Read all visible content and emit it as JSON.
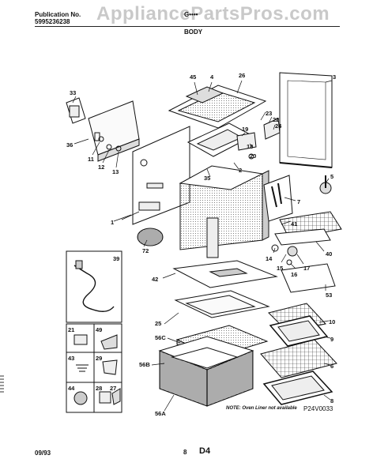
{
  "header": {
    "publication_label": "Publication No.",
    "publication_number": "5995236238",
    "model": "G••••",
    "section": "BODY",
    "watermark": "AppliancePartsPros.com"
  },
  "callouts": {
    "c1": "1",
    "c2": "2",
    "c3": "3",
    "c4": "4",
    "c6": "6",
    "c7": "7",
    "c8": "8",
    "c9": "9",
    "c10": "10",
    "c11": "11",
    "c12": "12",
    "c13": "13",
    "c14": "14",
    "c15": "15",
    "c16": "16",
    "c17": "17",
    "c18": "18",
    "c19": "19",
    "c20": "20",
    "c21": "21",
    "c22": "22",
    "c23": "23",
    "c24": "24",
    "c25": "25",
    "c26": "26",
    "c27": "27",
    "c28": "28",
    "c29": "29",
    "c33": "33",
    "c35": "35",
    "c36": "36",
    "c39": "39",
    "c40": "40",
    "c41": "41",
    "c42": "42",
    "c43": "43",
    "c44": "44",
    "c45": "45",
    "c49": "49",
    "c53": "53",
    "c56a": "56A",
    "c56b": "56B",
    "c56c": "56C",
    "c72": "72",
    "c5": "5"
  },
  "footer": {
    "note": "NOTE: Oven Liner not available",
    "drawing_code": "P24V0033",
    "date": "09/93",
    "page_number": "8",
    "page_code": "D4"
  }
}
